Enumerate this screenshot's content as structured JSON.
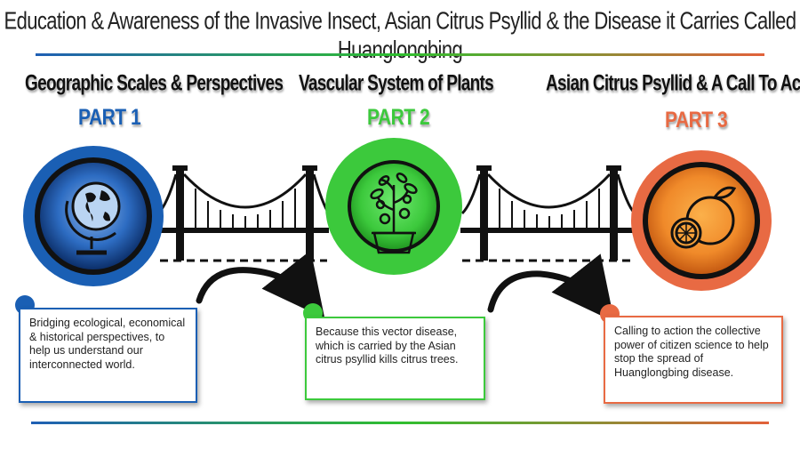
{
  "title": "Education & Awareness of the Invasive Insect, Asian Citrus Psyllid & the Disease it Carries Called Huanglongbing",
  "parts": [
    {
      "heading": "Geographic Scales & Perspectives",
      "label": "PART 1",
      "color": "#1a5fb4",
      "icon": "globe-icon",
      "description": "Bridging ecological, economical & historical perspectives, to help us understand our interconnected world."
    },
    {
      "heading": "Vascular System of Plants",
      "label": "PART 2",
      "color": "#3cc93c",
      "icon": "potted-plant-icon",
      "description": "Because this vector disease, which is carried by the Asian citrus psyllid kills citrus trees."
    },
    {
      "heading": "Asian Citrus Psyllid & A Call To Action",
      "label": "PART 3",
      "color": "#e86a43",
      "icon": "citrus-fruit-icon",
      "description": "Calling to action the collective power of citizen science to help stop the spread of Huanglongbing disease."
    }
  ],
  "connectors": [
    "bridge-icon",
    "curved-arrow-icon"
  ]
}
